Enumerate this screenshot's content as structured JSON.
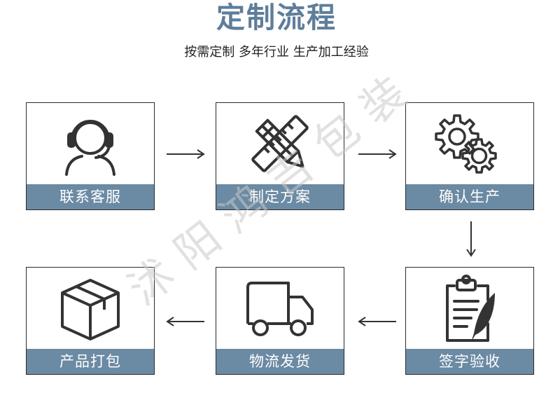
{
  "header": {
    "title": "定制流程",
    "subtitle": "按需定制 多年行业 生产加工经验"
  },
  "steps": [
    {
      "label": "联系客服",
      "icon": "headset-person-icon"
    },
    {
      "label": "制定方案",
      "icon": "pencil-ruler-icon"
    },
    {
      "label": "确认生产",
      "icon": "gears-icon"
    },
    {
      "label": "签字验收",
      "icon": "clipboard-quill-icon"
    },
    {
      "label": "物流发货",
      "icon": "delivery-truck-icon"
    },
    {
      "label": "产品打包",
      "icon": "package-box-icon"
    }
  ],
  "watermark": "沭阳鸿吉包装",
  "colors": {
    "title": "#5e7e9a",
    "label_bg": "#6b8aa3",
    "stroke": "#333333"
  }
}
